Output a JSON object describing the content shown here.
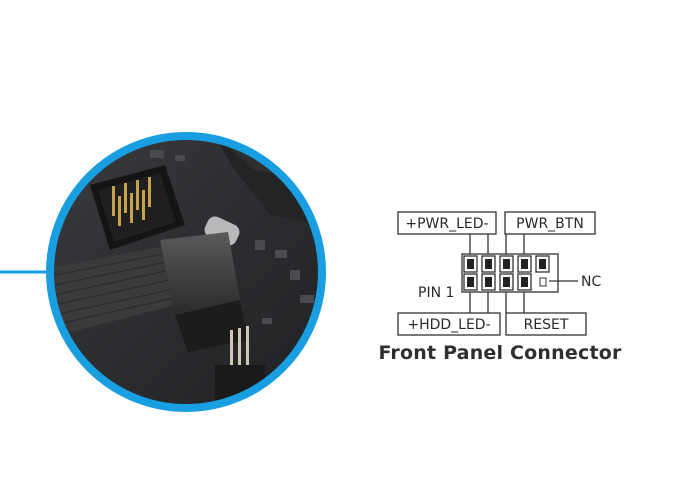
{
  "diagram": {
    "caption": "Front Panel Connector",
    "labels": {
      "pwr_led": "+PWR_LED-",
      "pwr_btn": "PWR_BTN",
      "hdd_led": "+HDD_LED-",
      "reset": "RESET",
      "pin1": "PIN 1",
      "nc": "NC"
    }
  },
  "colors": {
    "accent_ring": "#1a9ee2",
    "board": "#2b2c2e",
    "cable": "#3a3a3a",
    "outline": "#333333"
  }
}
